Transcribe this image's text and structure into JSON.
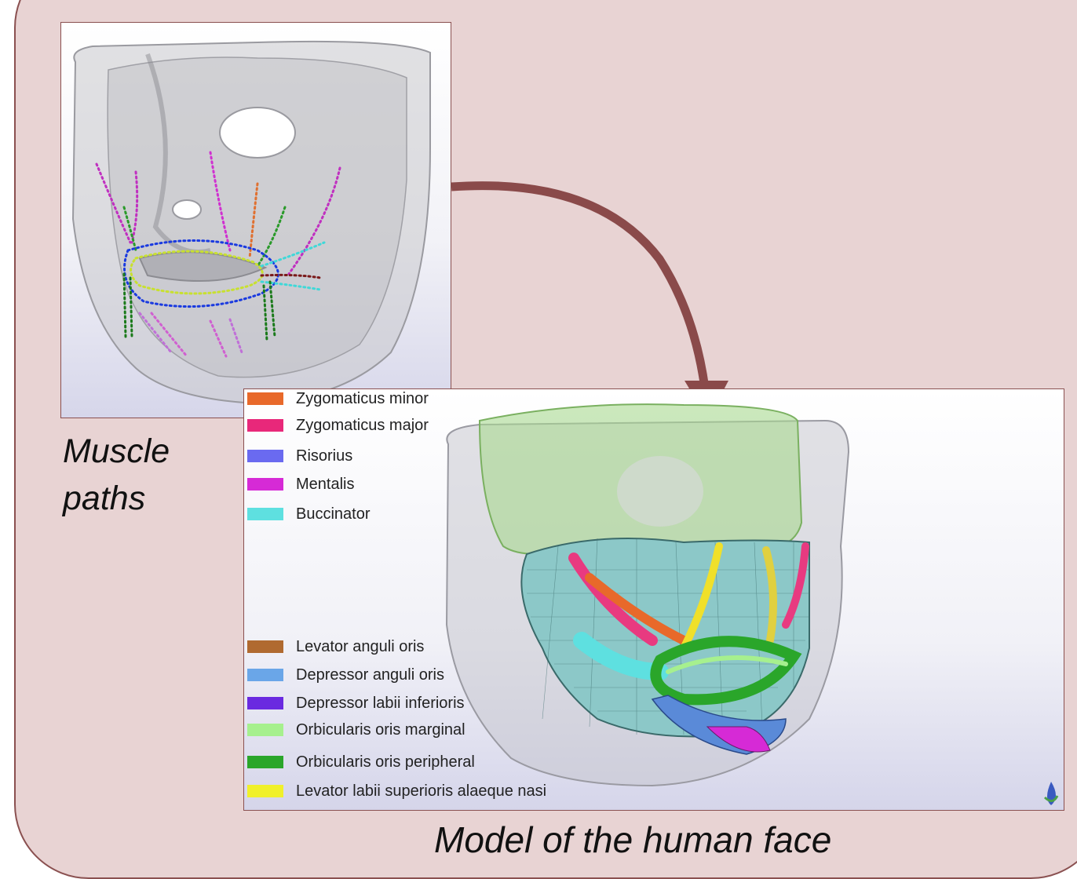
{
  "captions": {
    "muscle_paths": "Muscle paths",
    "model": "Model of the human face"
  },
  "legend": {
    "items": [
      {
        "label": "Zygomaticus minor",
        "color": "#e8692a"
      },
      {
        "label": "Zygomaticus major",
        "color": "#e8287a"
      },
      {
        "label": "Risorius",
        "color": "#6a6af0"
      },
      {
        "label": "Mentalis",
        "color": "#d62ad6"
      },
      {
        "label": "Buccinator",
        "color": "#5ee0e0"
      },
      {
        "label": "Levator anguli oris",
        "color": "#b06a30"
      },
      {
        "label": "Depressor anguli oris",
        "color": "#6aa6e8"
      },
      {
        "label": "Depressor labii inferioris",
        "color": "#6a2ae0"
      },
      {
        "label": "Orbicularis oris marginal",
        "color": "#a6f08e"
      },
      {
        "label": "Orbicularis oris peripheral",
        "color": "#2aa62a"
      },
      {
        "label": "Levator labii superioris alaeque nasi",
        "color": "#f0f02a"
      }
    ]
  },
  "colors": {
    "panel_bg": "#e8d3d3",
    "panel_border": "#8a5050",
    "arrow": "#8a4a4a"
  }
}
